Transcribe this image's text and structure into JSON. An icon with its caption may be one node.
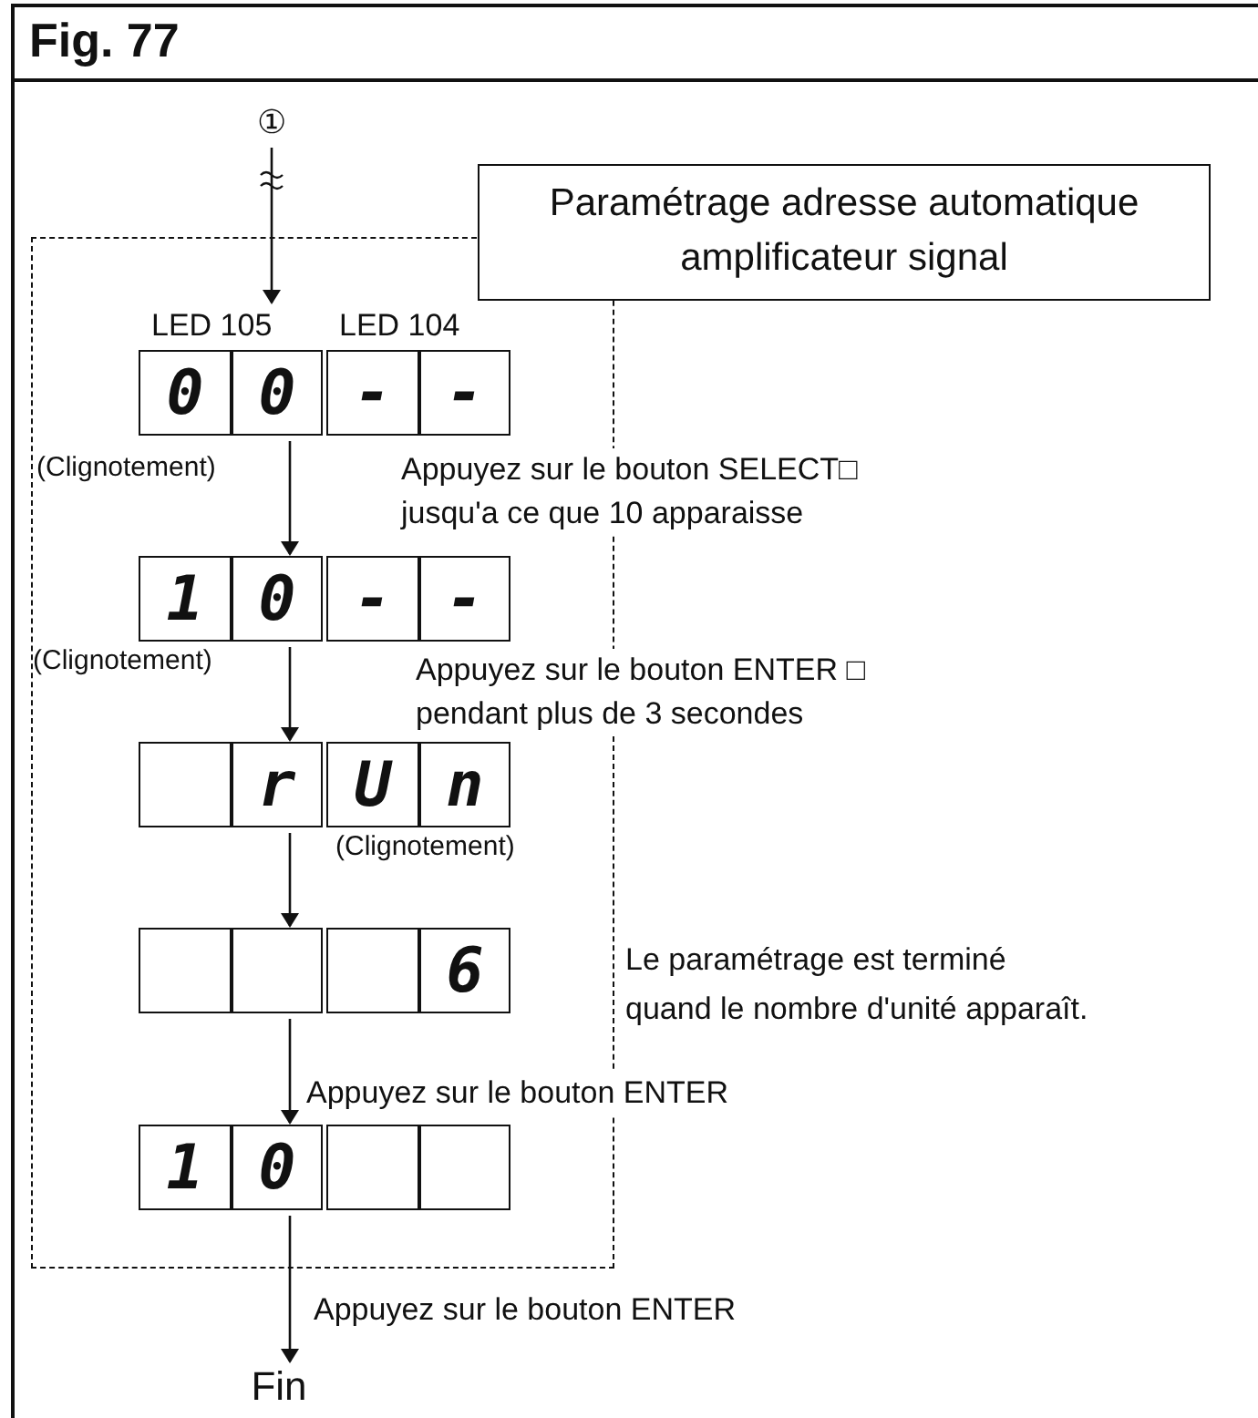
{
  "diagram": {
    "title": "Fig. 77",
    "nodes": [
      {
        "text": [
          "①"
        ]
      },
      {
        "text": [],
        "shape": "box"
      },
      {
        "text": [
          "Paramétrage adresse automatique amplificateur signal"
        ]
      },
      {
        "text": [],
        "shape": "box",
        "in": 1,
        "beside": [
          "LED 105",
          "LED 104",
          "(Clignotement)"
        ]
      },
      {
        "text": [
          "0"
        ],
        "in": 3
      },
      {
        "text": [
          "0"
        ],
        "in": 3
      },
      {
        "text": [
          "-"
        ],
        "in": 3
      },
      {
        "text": [
          "-"
        ],
        "in": 3
      },
      {
        "text": [],
        "shape": "box",
        "in": 1,
        "beside": [
          "(Clignotement)"
        ]
      },
      {
        "text": [
          "1"
        ],
        "in": 8
      },
      {
        "text": [
          "0"
        ],
        "in": 8
      },
      {
        "text": [
          "-"
        ],
        "in": 8
      },
      {
        "text": [
          "-"
        ],
        "in": 8
      },
      {
        "text": [],
        "shape": "box",
        "in": 1,
        "beside": [
          "(Clignotement)"
        ]
      },
      {
        "text": [],
        "shape": "box",
        "in": 13
      },
      {
        "text": [
          "r"
        ],
        "in": 13
      },
      {
        "text": [
          "U"
        ],
        "in": 13
      },
      {
        "text": [
          "n"
        ],
        "in": 13
      },
      {
        "text": [],
        "shape": "box",
        "in": 1,
        "beside": [
          "Le paramétrage est terminé quand le nombre d'unité apparaît."
        ]
      },
      {
        "text": [],
        "shape": "box",
        "in": 18
      },
      {
        "text": [],
        "shape": "box",
        "in": 18
      },
      {
        "text": [],
        "shape": "box",
        "in": 18
      },
      {
        "text": [
          "6"
        ],
        "in": 18
      },
      {
        "text": [],
        "shape": "box",
        "in": 1
      },
      {
        "text": [
          "1"
        ],
        "in": 23
      },
      {
        "text": [
          "0"
        ],
        "in": 23
      },
      {
        "text": [],
        "shape": "box",
        "in": 23
      },
      {
        "text": [],
        "shape": "box",
        "in": 23
      },
      {
        "text": [
          "Fin"
        ]
      }
    ],
    "edges": [
      {
        "from": 0,
        "to": 3,
        "arrow": "to"
      },
      {
        "from": 3,
        "to": 8,
        "arrow": "to",
        "label": "Appuyez sur le bouton SELECT□ jusqu'a ce que 10 apparaisse"
      },
      {
        "from": 8,
        "to": 13,
        "arrow": "to",
        "label": "Appuyez sur le bouton ENTER □ pendant plus de 3 secondes"
      },
      {
        "from": 13,
        "to": 18,
        "arrow": "to"
      },
      {
        "from": 18,
        "to": 23,
        "arrow": "to",
        "label": "Appuyez sur le bouton ENTER"
      },
      {
        "from": 23,
        "to": 28,
        "arrow": "to",
        "label": "Appuyez sur le bouton ENTER"
      }
    ]
  }
}
